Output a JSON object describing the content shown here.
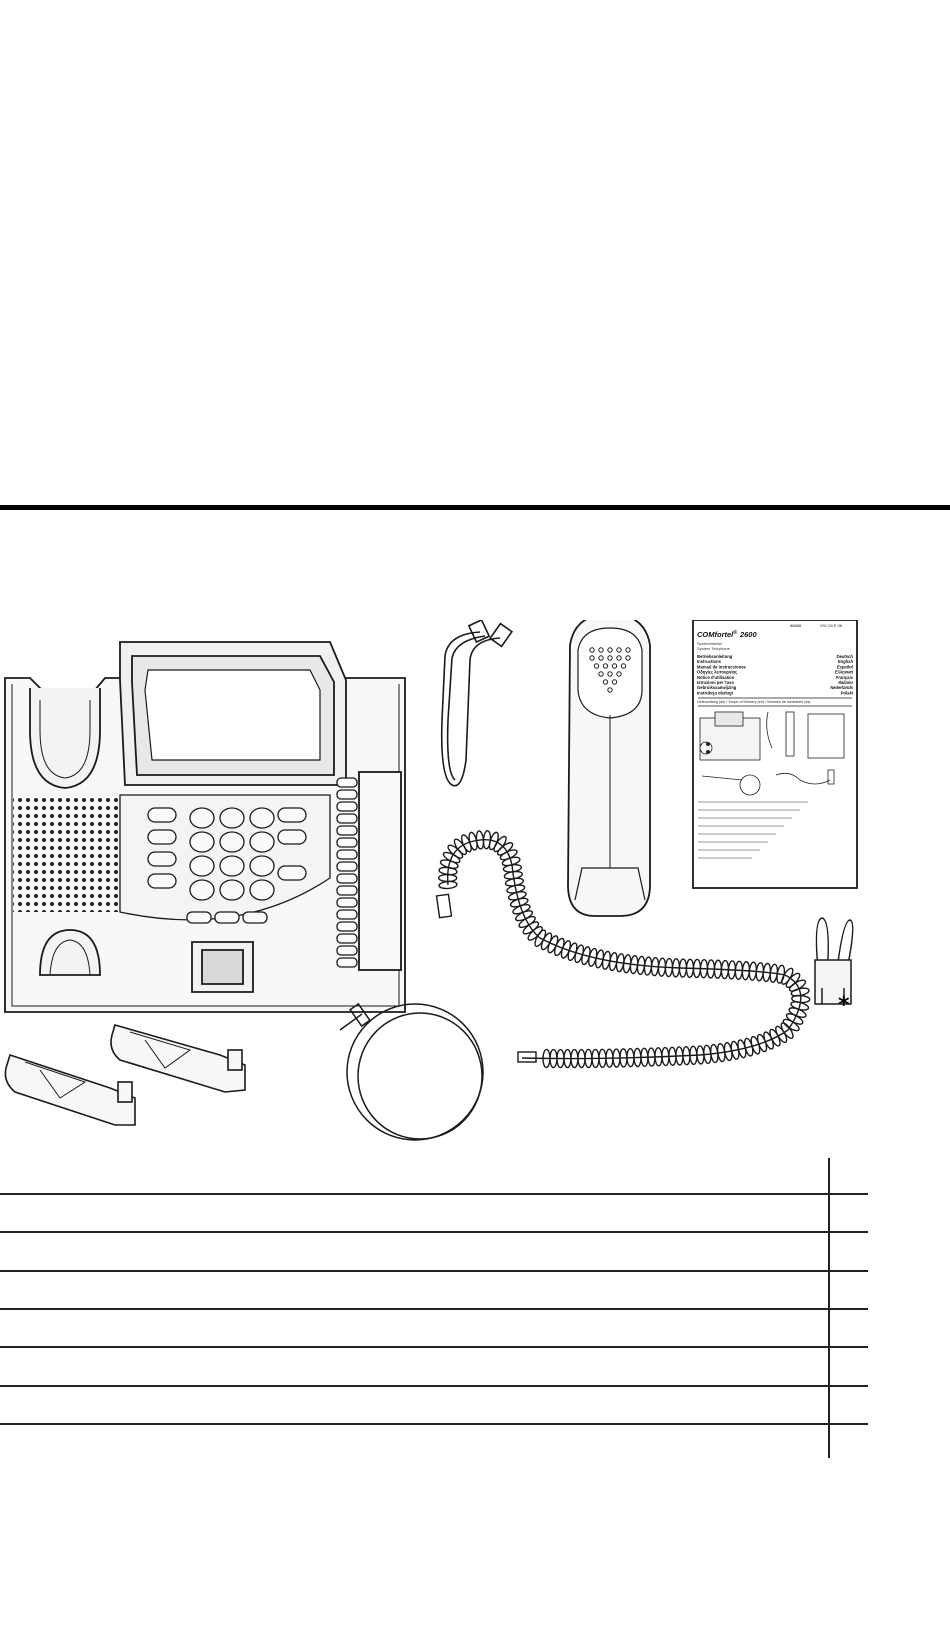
{
  "manual": {
    "brand": "COMfortel",
    "registered": "®",
    "model": "2600",
    "subtitle_line1": "Systemtelefon",
    "subtitle_line2": "System Telephone",
    "code_left": "88888",
    "code_right": "V01 04 E 08",
    "languages": [
      {
        "title": "Betriebsanleitung",
        "lang": "Deutsch"
      },
      {
        "title": "Instructions",
        "lang": "English"
      },
      {
        "title": "Manual de instrucciones",
        "lang": "Español"
      },
      {
        "title": "Οδηγίες λειτουργίας",
        "lang": "Ελληνικά"
      },
      {
        "title": "Notice d'utilisation",
        "lang": "Français"
      },
      {
        "title": "Istruzioni per l'uso",
        "lang": "Italiano"
      },
      {
        "title": "Gebruiksaanwijzing",
        "lang": "Nederlands"
      },
      {
        "title": "Instrukcja obsługi",
        "lang": "Polski"
      }
    ],
    "scope_heading": "Lieferumfang (de) / Scope of Delivery (en) / Volumen de suministro (es)"
  },
  "asterisk": "*",
  "table_rows": 7,
  "colors": {
    "line": "#222222",
    "ink": "#1a1a1a",
    "screen": "#e6e6e6",
    "body": "#f7f7f7"
  }
}
